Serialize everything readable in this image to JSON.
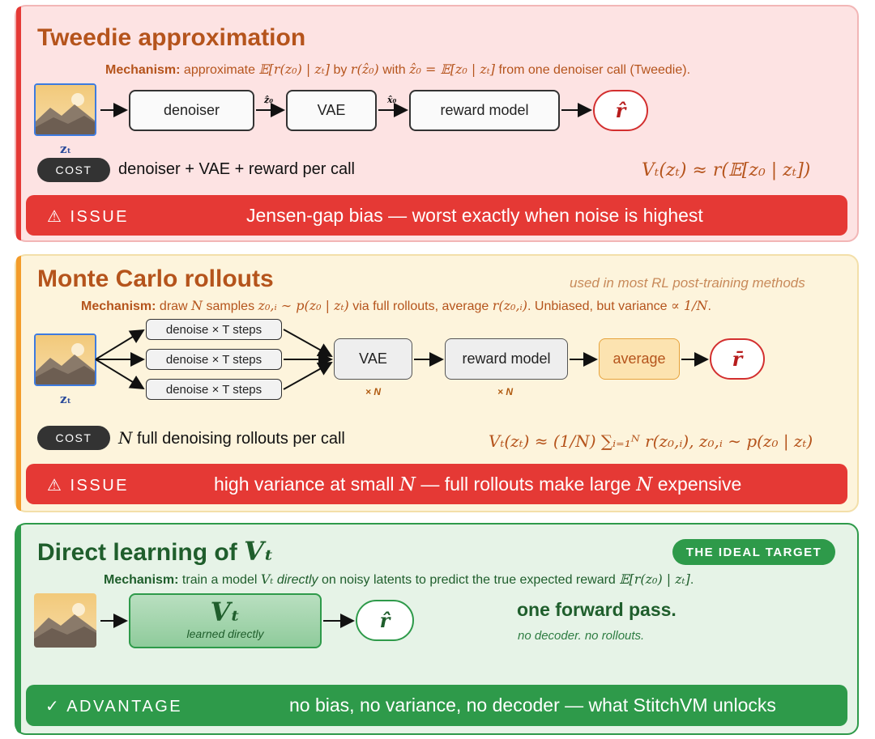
{
  "tweedie": {
    "title": "Tweedie approximation",
    "mech_label": "Mechanism:",
    "mech_p1": " approximate ",
    "mech_m1": "𝔼[r(z₀) | zₜ]",
    "mech_p2": " by ",
    "mech_m2": "r(ẑ₀)",
    "mech_p3": " with ",
    "mech_m3": "ẑ₀ = 𝔼[z₀ | zₜ]",
    "mech_p4": " from one denoiser call (Tweedie).",
    "input_label": "zₜ",
    "boxes": [
      "denoiser",
      "VAE",
      "reward model"
    ],
    "edge_labels": [
      "ẑ₀",
      "x̂₀"
    ],
    "output": "r̂",
    "cost_label": "COST",
    "cost_text": "denoiser + VAE + reward per call",
    "formula": "Vₜ(zₜ) ≈ r(𝔼[z₀ | zₜ])",
    "issue_label": "⚠ ISSUE",
    "issue_text": "Jensen-gap bias — worst exactly when noise is highest",
    "colors": {
      "bg": "#fde3e3",
      "border": "#f2b6b6",
      "accent": "#e53935",
      "title": "#b5541c",
      "bar": "#e53935"
    }
  },
  "monte_carlo": {
    "title": "Monte Carlo rollouts",
    "note": "used in most RL post-training methods",
    "mech_label": "Mechanism:",
    "mech_p1": " draw ",
    "mech_m1": "N",
    "mech_p2": " samples ",
    "mech_m2": "z₀,ᵢ ∼ p(z₀ | zₜ)",
    "mech_p3": " via full rollouts, average ",
    "mech_m3": "r(z₀,ᵢ)",
    "mech_p4": ". Unbiased, but variance ",
    "mech_m4": "∝ 1/N",
    "mech_p5": ".",
    "input_label": "zₜ",
    "branches": [
      "denoise × T steps",
      "denoise × T steps",
      "denoise × T steps"
    ],
    "boxes": [
      "VAE",
      "reward model",
      "average"
    ],
    "multipliers": [
      "× N",
      "× N"
    ],
    "output": "r̄",
    "cost_label": "COST",
    "cost_math": "N",
    "cost_text": " full denoising rollouts per call",
    "formula": "Vₜ(zₜ) ≈ (1/N) ∑ᵢ₌₁ᴺ r(z₀,ᵢ),  z₀,ᵢ ∼ p(z₀ | zₜ)",
    "issue_label": "⚠ ISSUE",
    "issue_p1": "high variance at small ",
    "issue_m1": "N",
    "issue_p2": " — full rollouts make large ",
    "issue_m2": "N",
    "issue_p3": " expensive",
    "colors": {
      "bg": "#fdf4dc",
      "border": "#f3dfa9",
      "accent": "#f39c2a",
      "title": "#b5541c",
      "bar": "#e53935",
      "average_fill": "#fce3b0",
      "average_border": "#e6a23c"
    }
  },
  "direct": {
    "title_text": "Direct learning of ",
    "title_math": "Vₜ",
    "badge": "THE IDEAL TARGET",
    "mech_label": "Mechanism:",
    "mech_p1": " train a model ",
    "mech_m1": "Vₜ",
    "mech_p2": " ",
    "mech_em": "directly",
    "mech_p3": " on noisy latents to predict the true expected reward ",
    "mech_m2": "𝔼[r(z₀) | zₜ]",
    "mech_p4": ".",
    "model_symbol": "Vₜ",
    "model_caption": "learned directly",
    "output": "r̂",
    "headline": "one forward pass.",
    "subline": "no decoder. no rollouts.",
    "advantage_label": "✓ ADVANTAGE",
    "advantage_text": "no bias, no variance, no decoder — what StitchVM unlocks",
    "colors": {
      "bg": "#e6f3e7",
      "border": "#2e9a4a",
      "accent": "#2e9a4a",
      "title": "#1f5e2c",
      "bar": "#2e9a4a"
    }
  },
  "icons": {
    "input": "landscape-image-icon",
    "warning": "warning-icon",
    "check": "check-icon"
  }
}
